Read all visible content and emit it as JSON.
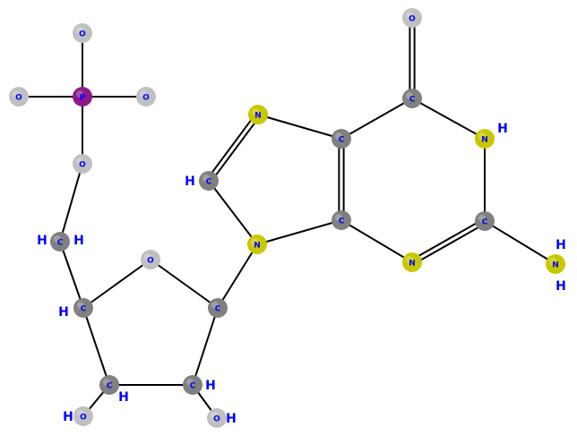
{
  "molecule": {
    "colors": {
      "bond": "#000000",
      "label": "#0000ff",
      "carbon": "#808080",
      "nitrogen": "#c8c800",
      "oxygen": "#c0c0c0",
      "phosphorus": "#8b1a8b"
    },
    "atoms": [
      {
        "id": "P",
        "element": "P",
        "label": "P"
      },
      {
        "id": "O1",
        "element": "O",
        "label": "O"
      },
      {
        "id": "O2",
        "element": "O",
        "label": "O"
      },
      {
        "id": "O3",
        "element": "O",
        "label": "O"
      },
      {
        "id": "O4",
        "element": "O",
        "label": "O"
      },
      {
        "id": "C5p",
        "element": "C",
        "label": "C"
      },
      {
        "id": "C4p",
        "element": "C",
        "label": "C"
      },
      {
        "id": "O4p",
        "element": "O",
        "label": "O"
      },
      {
        "id": "C1p",
        "element": "C",
        "label": "C"
      },
      {
        "id": "C2p",
        "element": "C",
        "label": "C"
      },
      {
        "id": "C3p",
        "element": "C",
        "label": "C"
      },
      {
        "id": "O3p",
        "element": "O",
        "label": "O"
      },
      {
        "id": "O2p",
        "element": "O",
        "label": "O"
      },
      {
        "id": "N9",
        "element": "N",
        "label": "N"
      },
      {
        "id": "C8",
        "element": "C",
        "label": "C"
      },
      {
        "id": "N7",
        "element": "N",
        "label": "N"
      },
      {
        "id": "C5",
        "element": "C",
        "label": "C"
      },
      {
        "id": "C4",
        "element": "C",
        "label": "C"
      },
      {
        "id": "C6",
        "element": "C",
        "label": "C"
      },
      {
        "id": "O6",
        "element": "O",
        "label": "O"
      },
      {
        "id": "N1",
        "element": "N",
        "label": "N"
      },
      {
        "id": "C2",
        "element": "C",
        "label": "C"
      },
      {
        "id": "N3",
        "element": "N",
        "label": "N"
      },
      {
        "id": "N2",
        "element": "N",
        "label": "N"
      }
    ],
    "bonds": [
      {
        "a": "P",
        "b": "O1",
        "order": 1
      },
      {
        "a": "P",
        "b": "O2",
        "order": 1
      },
      {
        "a": "P",
        "b": "O3",
        "order": 1
      },
      {
        "a": "P",
        "b": "O4",
        "order": 1
      },
      {
        "a": "O4",
        "b": "C5p",
        "order": 1
      },
      {
        "a": "C5p",
        "b": "C4p",
        "order": 1
      },
      {
        "a": "C4p",
        "b": "O4p",
        "order": 1
      },
      {
        "a": "O4p",
        "b": "C1p",
        "order": 1
      },
      {
        "a": "C4p",
        "b": "C3p",
        "order": 1
      },
      {
        "a": "C3p",
        "b": "C2p",
        "order": 1
      },
      {
        "a": "C2p",
        "b": "C1p",
        "order": 1
      },
      {
        "a": "C3p",
        "b": "O3p",
        "order": 1
      },
      {
        "a": "C2p",
        "b": "O2p",
        "order": 1
      },
      {
        "a": "C1p",
        "b": "N9",
        "order": 1
      },
      {
        "a": "N9",
        "b": "C8",
        "order": 1
      },
      {
        "a": "C8",
        "b": "N7",
        "order": 2
      },
      {
        "a": "N7",
        "b": "C5",
        "order": 1
      },
      {
        "a": "C5",
        "b": "C4",
        "order": 2
      },
      {
        "a": "C4",
        "b": "N9",
        "order": 1
      },
      {
        "a": "C5",
        "b": "C6",
        "order": 1
      },
      {
        "a": "C6",
        "b": "O6",
        "order": 2
      },
      {
        "a": "C6",
        "b": "N1",
        "order": 1
      },
      {
        "a": "N1",
        "b": "C2",
        "order": 1
      },
      {
        "a": "C2",
        "b": "N3",
        "order": 2
      },
      {
        "a": "N3",
        "b": "C4",
        "order": 1
      },
      {
        "a": "C2",
        "b": "N2",
        "order": 1
      }
    ],
    "hydrogens": [
      {
        "atom": "C5p",
        "text": "H",
        "side": "left"
      },
      {
        "atom": "C5p",
        "text": "H",
        "side": "right"
      },
      {
        "atom": "C4p",
        "text": "H",
        "side": "left"
      },
      {
        "atom": "C3p",
        "text": "H",
        "side": "below-right"
      },
      {
        "atom": "C2p",
        "text": "H",
        "side": "right"
      },
      {
        "atom": "O3p",
        "text": "H",
        "side": "left"
      },
      {
        "atom": "O2p",
        "text": "H",
        "side": "right"
      },
      {
        "atom": "C8",
        "text": "H",
        "side": "left"
      },
      {
        "atom": "N1",
        "text": "H",
        "side": "upper-right"
      },
      {
        "atom": "N2",
        "text": "H",
        "side": "upper-right"
      },
      {
        "atom": "N2",
        "text": "H",
        "side": "lower-right"
      }
    ]
  }
}
